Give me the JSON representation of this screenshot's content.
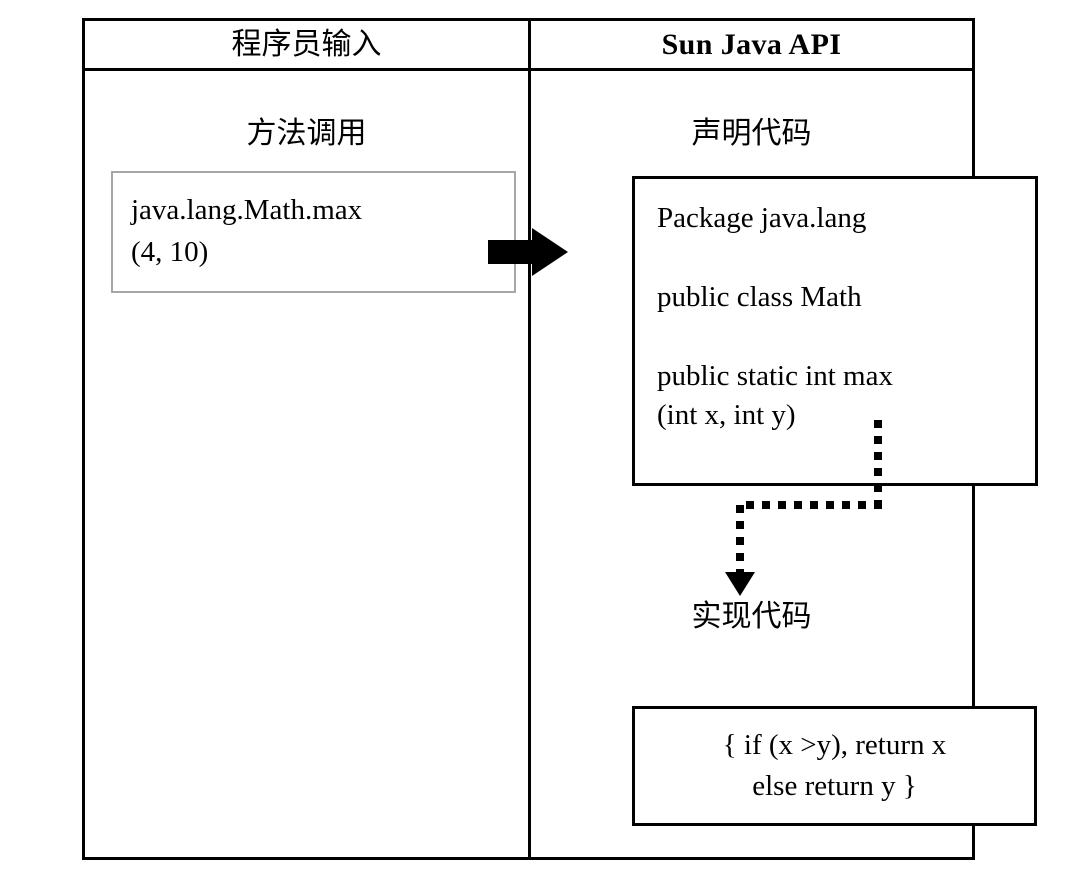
{
  "table": {
    "headers": {
      "left": "程序员输入",
      "right": "Sun Java API"
    }
  },
  "left_column": {
    "section_title": "方法调用",
    "call_box": {
      "line1": "java.lang.Math.max",
      "line2": "(4, 10)"
    }
  },
  "right_column": {
    "declaration_section_title": "声明代码",
    "declaration_box": {
      "line1": "Package java.lang",
      "line2": "public class Math",
      "line3": "public static int max",
      "line4": "(int x, int y)"
    },
    "implementation_section_title": "实现代码",
    "implementation_box": {
      "line1": "{ if (x >y), return x",
      "line2": "else return y }"
    }
  },
  "connectors": {
    "block_arrow": "right-block-arrow",
    "dotted_arrow": "dotted-elbow-down-arrow"
  },
  "colors": {
    "border_strong": "#000000",
    "border_light": "#a6a6a6",
    "background": "#ffffff",
    "text": "#000000"
  }
}
